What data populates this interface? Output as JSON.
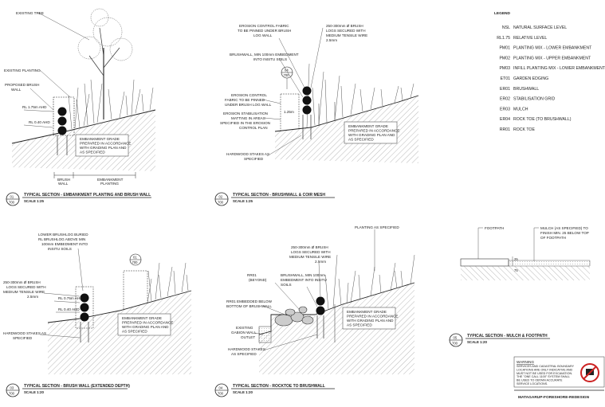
{
  "legend": {
    "title": "LEGEND",
    "items": [
      {
        "code": "NSL",
        "label": "NATURAL SURFACE LEVEL"
      },
      {
        "code": "RL1.75",
        "label": "RELATIVE LEVEL"
      },
      {
        "code": "PM01",
        "label": "PLANTING MIX - LOWER EMBANKMENT"
      },
      {
        "code": "PM02",
        "label": "PLANTING MIX - UPPER EMBANKMENT"
      },
      {
        "code": "PM03",
        "label": "INFILL PLANTING MIX - LOWER EMBANKMENT"
      },
      {
        "code": "ET01",
        "label": "GARDEN EDGING"
      },
      {
        "code": "ER01",
        "label": "BRUSHWALL"
      },
      {
        "code": "ER02",
        "label": "STABILISATION GRID"
      },
      {
        "code": "ER03",
        "label": "MULCH"
      },
      {
        "code": "ER04",
        "label": "ROCK TOE (TO BRUSHWALL)"
      },
      {
        "code": "RR01",
        "label": "ROCK TOE"
      }
    ]
  },
  "section1": {
    "labels": {
      "existing_tree": "EXISTING TREE",
      "existing_planting": "EXISTING PLANTING",
      "proposed_brush_1": "PROPOSED BRUSH",
      "proposed_brush_2": "WALL",
      "rl_top": "RL 1.75m AHD",
      "rl_bottom": "RL 0.40 AHD",
      "grade_1": "EMBANKMENT GRADE",
      "grade_2": "PREPARED IN ACCORDANCE",
      "grade_3": "WITH GRADING PLAN AND",
      "grade_4": "AS SPECIFIED",
      "dim_brush_1": "BRUSH",
      "dim_brush_2": "WALL",
      "dim_emb_1": "EMBANKMENT",
      "dim_emb_2": "PLANTING"
    },
    "number": "01",
    "sheet": "700",
    "title": "TYPICAL SECTION - EMBANKMENT PLANTING AND BRUSH WALL",
    "scale": "SCALE 1:25"
  },
  "section2": {
    "labels": {
      "ecf_1": "EROSION CONTROL FABRIC",
      "ecf_2": "TO BE PINNED UNDER BRUSH",
      "ecf_3": "LOG WALL",
      "logs_1": "250-300mm Ø BRUSH",
      "logs_2": "LOGS SECURED WITH",
      "logs_3": "MEDIUM TENSILE WIRE",
      "logs_4": "2.5mm",
      "bw_1": "BRUSHWALL, MIN 100mm EMBEDMENT",
      "bw_2": "INTO INSITU SOILS",
      "ecf2_1": "EROSION CONTROL",
      "ecf2_2": "FABRIC TO BE PINNED",
      "ecf2_3": "UNDER BRUSH LOG WALL",
      "stab_1": "EROSION STABILISATION",
      "stab_2": "MATTING IN AREAS",
      "stab_3": "SPECIFIED IN THE EROSION",
      "stab_4": "CONTROL PLAN",
      "stakes_1": "HARDWOOD STAKES AS",
      "stakes_2": "SPECIFIED",
      "grade_1": "EMBANKMENT GRADE",
      "grade_2": "PREPARED IN ACCORDANCE",
      "grade_3": "WITH GRADING PLAN AND",
      "grade_4": "AS SPECIFIED",
      "callout_num": "04",
      "callout_sheet": "700",
      "dim": "1.25m"
    },
    "number": "02",
    "sheet": "700",
    "title": "TYPICAL SECTION - BRUSHWALL & COIR MESH",
    "scale": "SCALE 1:25"
  },
  "section3": {
    "labels": {
      "lower_1": "LOWER BRUSHLOG BURIED",
      "lower_2": "RL BRUSHLOG ABOVE MIN",
      "lower_3": "100mm EMBEDMENT INTO",
      "lower_4": "INSITU SOILS",
      "logs_1": "250-300mm Ø BRUSH",
      "logs_2": "LOGS SECURED WITH",
      "logs_3": "MEDIUM TENSILE WIRE",
      "logs_4": "2.5mm",
      "rl_top": "RL 0.75m AHD",
      "rl_bottom": "RL 0.40 AHD",
      "stakes_1": "HARDWOOD STAKES AS",
      "stakes_2": "SPECIFIED",
      "grade_1": "EMBANKMENT GRADE",
      "grade_2": "PREPARED IN ACCORDANCE",
      "grade_3": "WITH GRADING PLAN AND",
      "grade_4": "AS SPECIFIED",
      "callout_num": "01",
      "callout_sheet": "700"
    },
    "number": "03",
    "sheet": "700",
    "title": "TYPICAL SECTION - BRUSH WALL (EXTENDED DEPTH)",
    "scale": "SCALE 1:20"
  },
  "section4": {
    "labels": {
      "planting": "PLANTING AS SPECIFIED",
      "logs_1": "250-300mm Ø BRUSH",
      "logs_2": "LOGS SECURED WITH",
      "logs_3": "MEDIUM TENSILE WIRE",
      "logs_4": "2.5mm",
      "rr_1": "RR01",
      "rr_2": "(BEYOND)",
      "bw_1": "BRUSHWALL, MIN 100mm",
      "bw_2": "EMBEDMENT INTO INSITU",
      "bw_3": "SOILS",
      "emb_1": "RR01 EMBEDDED BELOW",
      "emb_2": "BOTTOM OF BRUSHWALL",
      "gabion_1": "EXISTING",
      "gabion_2": "GABION WALL",
      "gabion_3": "OUTLET",
      "stakes_1": "HARDWOOD STAKES",
      "stakes_2": "AS SPECIFIED",
      "grade_1": "EMBANKMENT GRADE",
      "grade_2": "PREPARED IN ACCORDANCE",
      "grade_3": "WITH GRADING PLAN AND",
      "grade_4": "AS SPECIFIED"
    },
    "number": "04",
    "sheet": "700",
    "title": "TYPICAL SECTION - ROCKTOE TO BRUSHWALL",
    "scale": "SCALE 1:20"
  },
  "section5": {
    "labels": {
      "footpath": "FOOTPATH",
      "mulch_1": "MULCH (AS SPECIFIED) TO",
      "mulch_2": "FINISH MIN. 25 BELOW TOP",
      "mulch_3": "OF FOOTPATH",
      "dim_a": "25",
      "dim_b": "75"
    },
    "number": "05",
    "sheet": "700",
    "title": "TYPICAL SECTION - MULCH & FOOTPATH",
    "scale": "SCALE 1:20"
  },
  "warning": {
    "title": "WARNING",
    "lines": [
      "SERVICES AND CADASTRAL BOUNDARY",
      "LOCATIONS ARE ONLY INDICATIVE AND",
      "MUST NOT BE USED FOR EXCAVATION.",
      "THE \"ONE CALL 1100\" SYSTEM SHALL",
      "BE USED TO OBTAIN ACCURATE",
      "SERVICE LOCATIONS."
    ]
  },
  "project": "MATAGARUP-FORESHORE-REDESIGN",
  "icons": {
    "no_dig": "no-dig-icon",
    "callout": "section-callout-icon"
  },
  "colors": {
    "line": "#222222",
    "hatch": "#8a8a8a",
    "log": "#111111",
    "no_dig_red": "#cc2222"
  }
}
